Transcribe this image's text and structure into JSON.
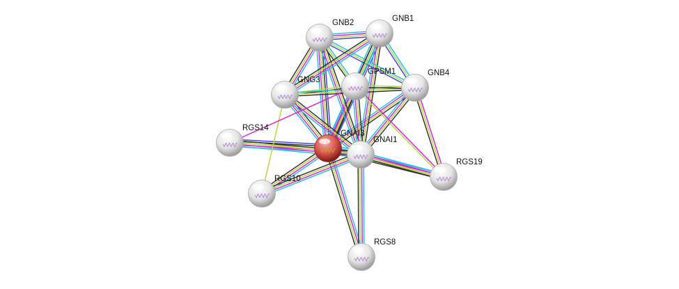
{
  "evidence_colors": {
    "database": "#22c4dd",
    "experiment": "#dd22dd",
    "textmining": "#b8d840",
    "coexpression": "#333333",
    "homology": "#4444ee"
  },
  "query_node_color": "#d9463f",
  "node_color": "#e8e8e8",
  "nodes": [
    {
      "id": "GNB2",
      "label": "GNB2",
      "query": false
    },
    {
      "id": "GNB1",
      "label": "GNB1",
      "query": false
    },
    {
      "id": "GPSM1",
      "label": "GPSM1",
      "query": false
    },
    {
      "id": "GNB4",
      "label": "GNB4",
      "query": false
    },
    {
      "id": "GNG3",
      "label": "GNG3",
      "query": false
    },
    {
      "id": "RGS14",
      "label": "RGS14",
      "query": false
    },
    {
      "id": "GNAI3",
      "label": "GNAI3",
      "query": true
    },
    {
      "id": "GNAI1",
      "label": "GNAI1",
      "query": false
    },
    {
      "id": "RGS19",
      "label": "RGS19",
      "query": false
    },
    {
      "id": "RGS10",
      "label": "RGS10",
      "query": false
    },
    {
      "id": "RGS8",
      "label": "RGS8",
      "query": false
    }
  ],
  "edges": [
    {
      "a": "GNAI3",
      "b": "GNB2",
      "ev": [
        "database",
        "experiment",
        "textmining",
        "coexpression",
        "homology"
      ]
    },
    {
      "a": "GNAI3",
      "b": "GNB1",
      "ev": [
        "database",
        "experiment",
        "textmining",
        "coexpression",
        "homology"
      ]
    },
    {
      "a": "GNAI3",
      "b": "GPSM1",
      "ev": [
        "database",
        "experiment",
        "textmining",
        "coexpression"
      ]
    },
    {
      "a": "GNAI3",
      "b": "GNB4",
      "ev": [
        "database",
        "experiment",
        "textmining",
        "coexpression"
      ]
    },
    {
      "a": "GNAI3",
      "b": "GNG3",
      "ev": [
        "database",
        "experiment",
        "textmining",
        "coexpression"
      ]
    },
    {
      "a": "GNAI3",
      "b": "RGS14",
      "ev": [
        "database",
        "experiment",
        "textmining",
        "coexpression",
        "homology"
      ]
    },
    {
      "a": "GNAI3",
      "b": "GNAI1",
      "ev": [
        "database",
        "experiment",
        "textmining",
        "coexpression",
        "homology"
      ]
    },
    {
      "a": "GNAI3",
      "b": "RGS19",
      "ev": [
        "database",
        "experiment",
        "textmining",
        "coexpression"
      ]
    },
    {
      "a": "GNAI3",
      "b": "RGS10",
      "ev": [
        "database",
        "experiment",
        "textmining",
        "coexpression"
      ]
    },
    {
      "a": "GNAI3",
      "b": "RGS8",
      "ev": [
        "database",
        "experiment",
        "textmining",
        "coexpression"
      ]
    },
    {
      "a": "GNAI1",
      "b": "GNB2",
      "ev": [
        "database",
        "experiment",
        "textmining",
        "coexpression"
      ]
    },
    {
      "a": "GNAI1",
      "b": "GNB1",
      "ev": [
        "database",
        "experiment",
        "textmining",
        "coexpression"
      ]
    },
    {
      "a": "GNAI1",
      "b": "GPSM1",
      "ev": [
        "database",
        "experiment",
        "textmining",
        "coexpression"
      ]
    },
    {
      "a": "GNAI1",
      "b": "GNB4",
      "ev": [
        "database",
        "experiment",
        "textmining",
        "coexpression"
      ]
    },
    {
      "a": "GNAI1",
      "b": "GNG3",
      "ev": [
        "database",
        "experiment",
        "textmining",
        "coexpression"
      ]
    },
    {
      "a": "GNAI1",
      "b": "RGS14",
      "ev": [
        "database",
        "experiment",
        "textmining",
        "coexpression"
      ]
    },
    {
      "a": "GNAI1",
      "b": "RGS19",
      "ev": [
        "database",
        "experiment",
        "textmining",
        "coexpression"
      ]
    },
    {
      "a": "GNAI1",
      "b": "RGS10",
      "ev": [
        "database",
        "experiment",
        "textmining",
        "coexpression"
      ]
    },
    {
      "a": "GNAI1",
      "b": "RGS8",
      "ev": [
        "database",
        "experiment",
        "textmining",
        "coexpression"
      ]
    },
    {
      "a": "GNB2",
      "b": "GNB1",
      "ev": [
        "database",
        "experiment",
        "textmining",
        "homology"
      ]
    },
    {
      "a": "GNB2",
      "b": "GPSM1",
      "ev": [
        "database",
        "textmining",
        "coexpression"
      ]
    },
    {
      "a": "GNB2",
      "b": "GNB4",
      "ev": [
        "database",
        "textmining",
        "homology"
      ]
    },
    {
      "a": "GNB2",
      "b": "GNG3",
      "ev": [
        "database",
        "experiment",
        "textmining",
        "coexpression"
      ]
    },
    {
      "a": "GNB1",
      "b": "GPSM1",
      "ev": [
        "database",
        "textmining",
        "coexpression"
      ]
    },
    {
      "a": "GNB1",
      "b": "GNB4",
      "ev": [
        "database",
        "textmining",
        "homology"
      ]
    },
    {
      "a": "GNB1",
      "b": "GNG3",
      "ev": [
        "database",
        "experiment",
        "textmining",
        "coexpression"
      ]
    },
    {
      "a": "GNG3",
      "b": "GPSM1",
      "ev": [
        "textmining",
        "coexpression"
      ]
    },
    {
      "a": "GNG3",
      "b": "GNB4",
      "ev": [
        "database",
        "textmining",
        "coexpression"
      ]
    },
    {
      "a": "GPSM1",
      "b": "GNB4",
      "ev": [
        "textmining",
        "coexpression"
      ]
    },
    {
      "a": "GNB4",
      "b": "RGS19",
      "ev": [
        "experiment",
        "textmining",
        "coexpression"
      ]
    },
    {
      "a": "GPSM1",
      "b": "RGS19",
      "ev": [
        "experiment",
        "textmining"
      ]
    },
    {
      "a": "GNG3",
      "b": "RGS10",
      "ev": [
        "textmining"
      ]
    },
    {
      "a": "RGS14",
      "b": "GPSM1",
      "ev": [
        "experiment"
      ]
    }
  ]
}
